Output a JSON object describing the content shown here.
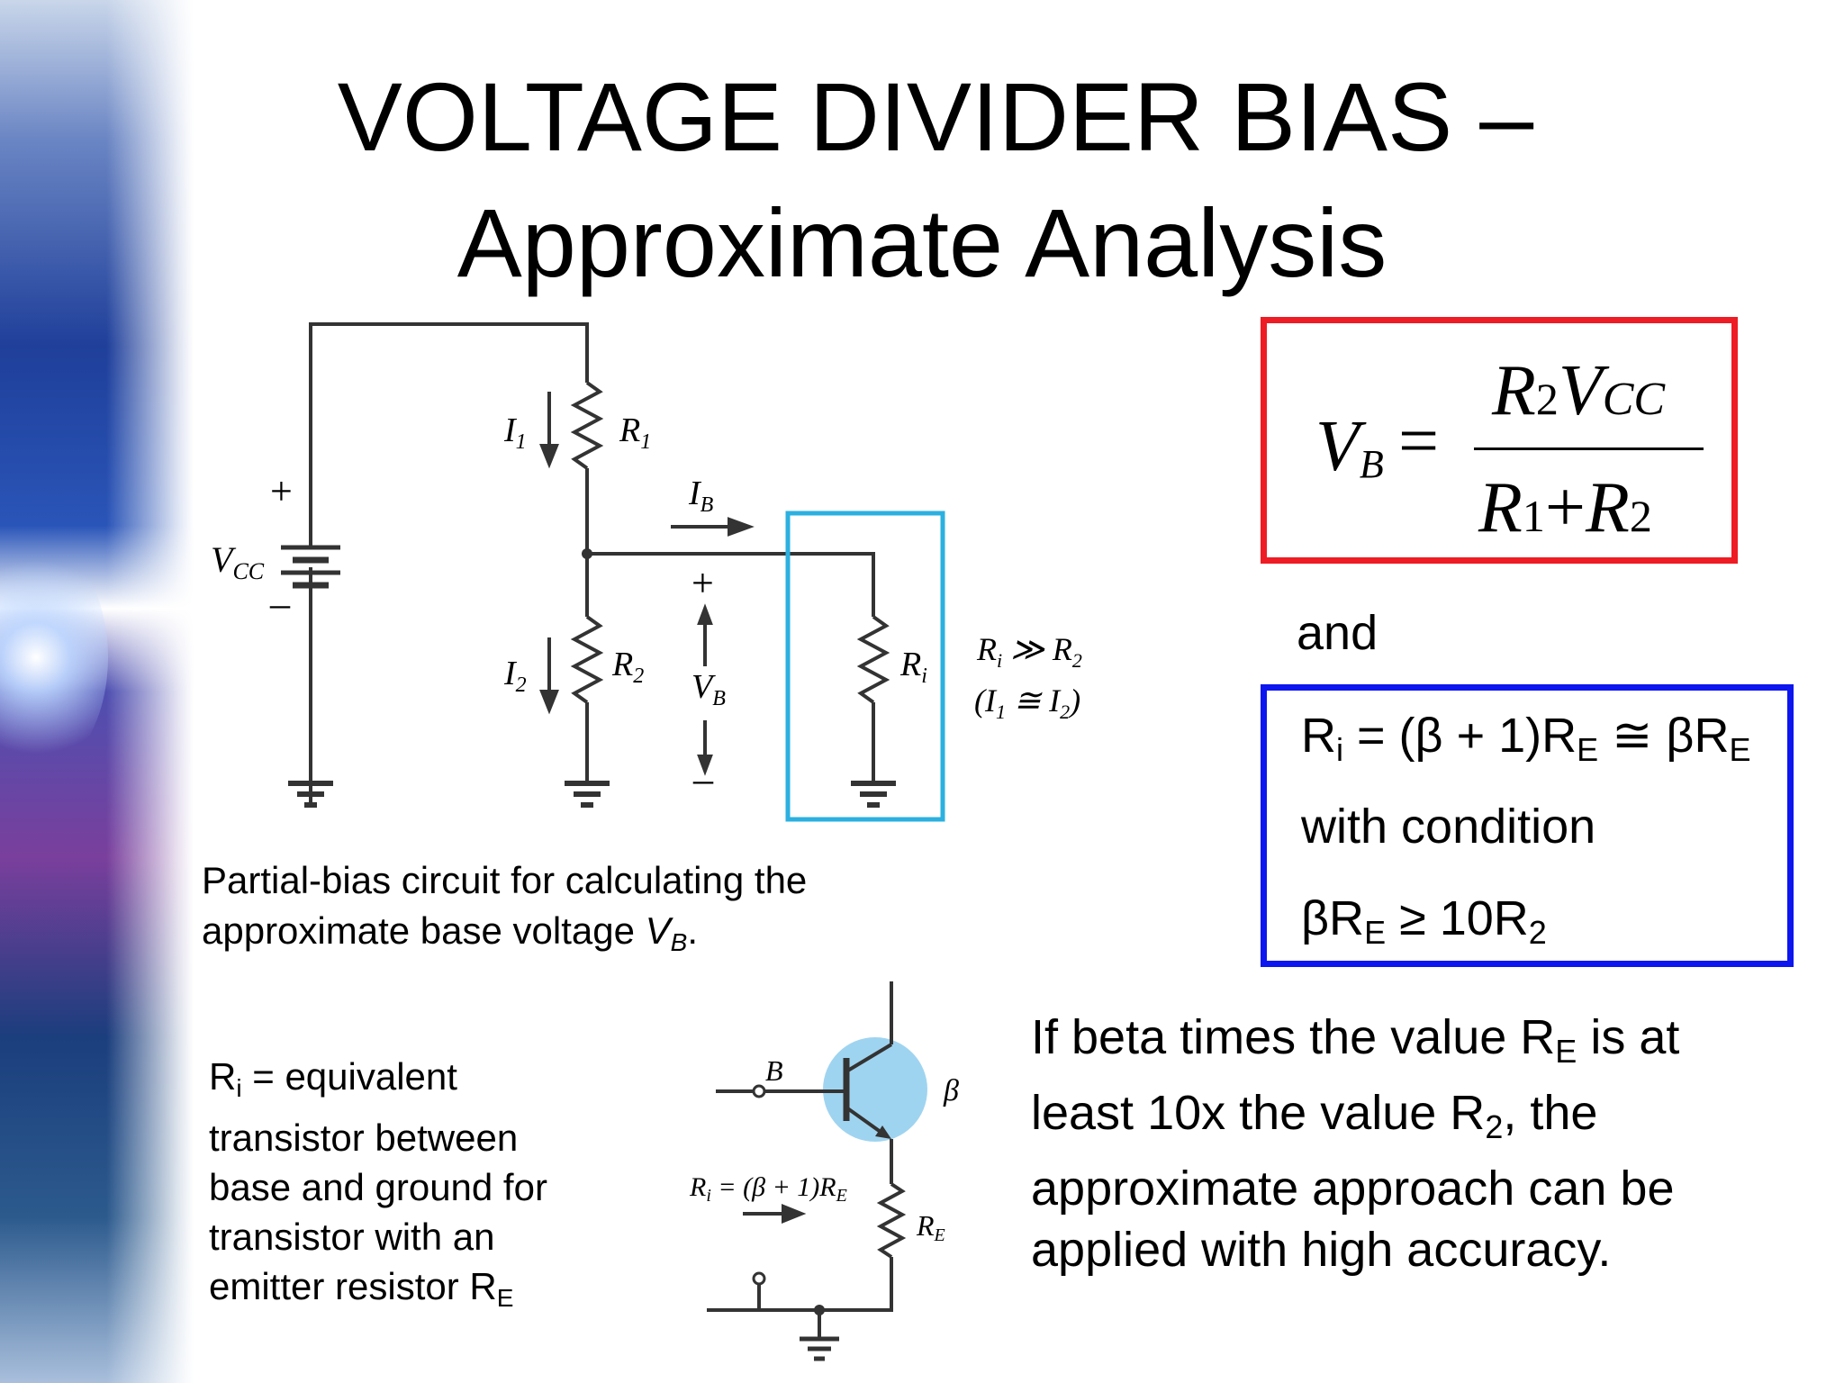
{
  "title": {
    "line1": "VOLTAGE DIVIDER BIAS –",
    "line2": "Approximate Analysis"
  },
  "formula": {
    "lhs": "V",
    "lhs_sub": "B",
    "eq": "=",
    "num_r": "R",
    "num_r_sub": "2",
    "num_v": "V",
    "num_v_sub": "CC",
    "den_r1": "R",
    "den_r1_sub": "1",
    "den_plus": "+",
    "den_r2": "R",
    "den_r2_sub": "2"
  },
  "and_label": "and",
  "blue_box": {
    "line1_a": "R",
    "line1_a_sub": "i",
    "line1_b": " = (β + 1)R",
    "line1_b_sub": "E",
    "line1_c": " ≅ βR",
    "line1_c_sub": "E",
    "line2": "with condition",
    "line3_a": "βR",
    "line3_a_sub": "E",
    "line3_b": " ≥ 10R",
    "line3_b_sub": "2"
  },
  "caption": {
    "line1": "Partial-bias circuit for calculating the",
    "line2_a": "approximate base voltage ",
    "line2_vb": "V",
    "line2_vb_sub": "B",
    "line2_end": "."
  },
  "ri_text": {
    "line1_a": "R",
    "line1_a_sub": "i",
    "line1_b": " = equivalent",
    "line2": "transistor between",
    "line3": "base and ground for",
    "line4": "transistor with an",
    "line5_a": "emitter resistor R",
    "line5_a_sub": "E"
  },
  "beta_text": {
    "line1_a": "If beta times the value R",
    "line1_sub": "E",
    "line1_b": " is at",
    "line2_a": "least 10x the value R",
    "line2_sub": "2",
    "line2_b": ", the",
    "line3": "approximate approach can be",
    "line4": "applied with high accuracy."
  },
  "circuit1": {
    "vcc": "V",
    "vcc_sub": "CC",
    "plus": "+",
    "minus": "–",
    "i1": "I",
    "i1_sub": "1",
    "r1": "R",
    "r1_sub": "1",
    "ib": "I",
    "ib_sub": "B",
    "i2": "I",
    "i2_sub": "2",
    "r2": "R",
    "r2_sub": "2",
    "vb": "V",
    "vb_sub": "B",
    "ri": "R",
    "ri_sub": "i",
    "cond1": "R",
    "cond1_sub": "i",
    "cond1_mid": " ≫ R",
    "cond1_sub2": "2",
    "cond2": "(I",
    "cond2_sub": "1",
    "cond2_mid": " ≅ I",
    "cond2_sub2": "2",
    "cond2_end": ")",
    "colors": {
      "box": "#2bb0e0"
    }
  },
  "circuit2": {
    "b_label": "B",
    "beta_label": "β",
    "ri_eq": "R",
    "ri_eq_sub": "i",
    "ri_eq_rest": " = (β + 1)R",
    "ri_eq_sub2": "E",
    "re": "R",
    "re_sub": "E",
    "colors": {
      "circle": "#9fd4f0"
    }
  },
  "colors": {
    "red_box": "#ee1c24",
    "blue_box": "#0d16ee"
  }
}
